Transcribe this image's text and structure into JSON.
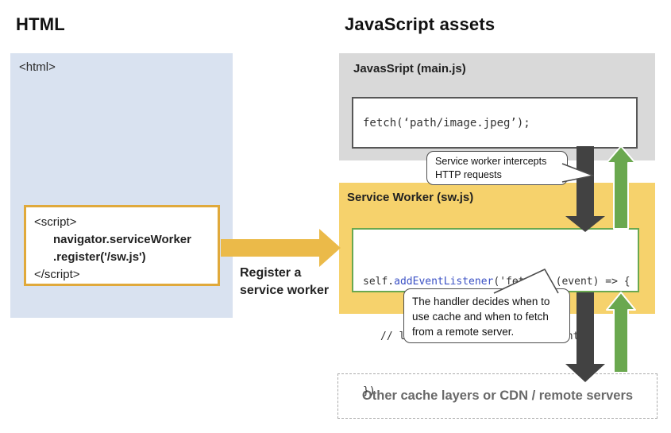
{
  "colors": {
    "blue_panel": "#D9E2F0",
    "gray_panel": "#D9D9D9",
    "yellow_panel": "#F6D26C",
    "gold_arrow": "#EBBA49",
    "gold_border": "#E0A93B",
    "green_arrow": "#6AA84F",
    "dark_arrow": "#424242",
    "code_keyword_blue": "#3B51C5"
  },
  "left": {
    "heading": "HTML",
    "html_tag": "<html>",
    "script": {
      "line1": "<script>",
      "line2": "navigator.serviceWorker",
      "line3": ".register('/sw.js')",
      "line4": "</script>"
    },
    "register_arrow_label": "Register a service worker"
  },
  "right": {
    "heading": "JavaScript assets",
    "mainjs_label": "JavasSript (main.js)",
    "mainjs_code": "fetch(‘path/image.jpeg’);",
    "sw_label": "Service Worker (sw.js)",
    "sw_code": {
      "line1_self": "self.",
      "line1_fn": "addEventListener",
      "line1_rest": "('fetch', (event) => {",
      "line2": "// logic of handling fetch event",
      "line3": "})"
    },
    "bubble_intercept": "Service worker intercepts HTTP requests",
    "bubble_handler": "The handler decides when to use cache and when to fetch from a remote server.",
    "bottom_label": "Other cache layers or CDN / remote servers"
  }
}
